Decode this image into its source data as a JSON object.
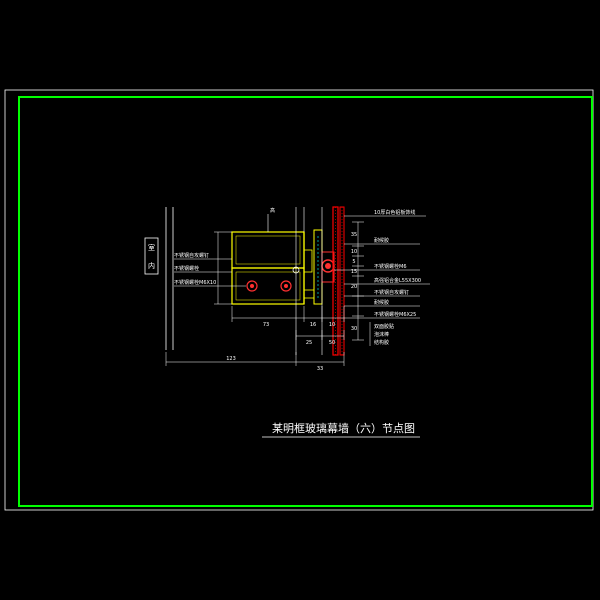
{
  "drawing": {
    "title": "某明框玻璃幕墙（六）节点图",
    "side_marker": [
      "室",
      "内"
    ],
    "left_labels": [
      "不锈钢自攻螺钉",
      "不锈钢螺栓",
      "不锈钢螺栓M6X10"
    ],
    "right_labels": [
      "10厚白色铝板饰线",
      "耐候胶",
      "不锈钢螺栓M6",
      "高强铝合金L55X300",
      "不锈钢自攻螺钉",
      "耐候胶",
      "不锈钢螺栓M6X25",
      "双面胶贴",
      "泡沫棒",
      "结构胶"
    ],
    "top_label": "高",
    "dimensions": {
      "d73": "73",
      "d16": "16",
      "d10": "10",
      "d25": "25",
      "d123": "123",
      "d33": "33",
      "d50": "50",
      "v10": "10",
      "v20": "20",
      "v30": "30",
      "v35": "35",
      "v15": "15",
      "v5": "5"
    },
    "colors": {
      "frame_border": "#00ff00",
      "line": "#ffffff",
      "profile": "#ffff00",
      "glass": "#ff0000",
      "bolt": "#ff3030",
      "seal": "#00ffff"
    }
  }
}
